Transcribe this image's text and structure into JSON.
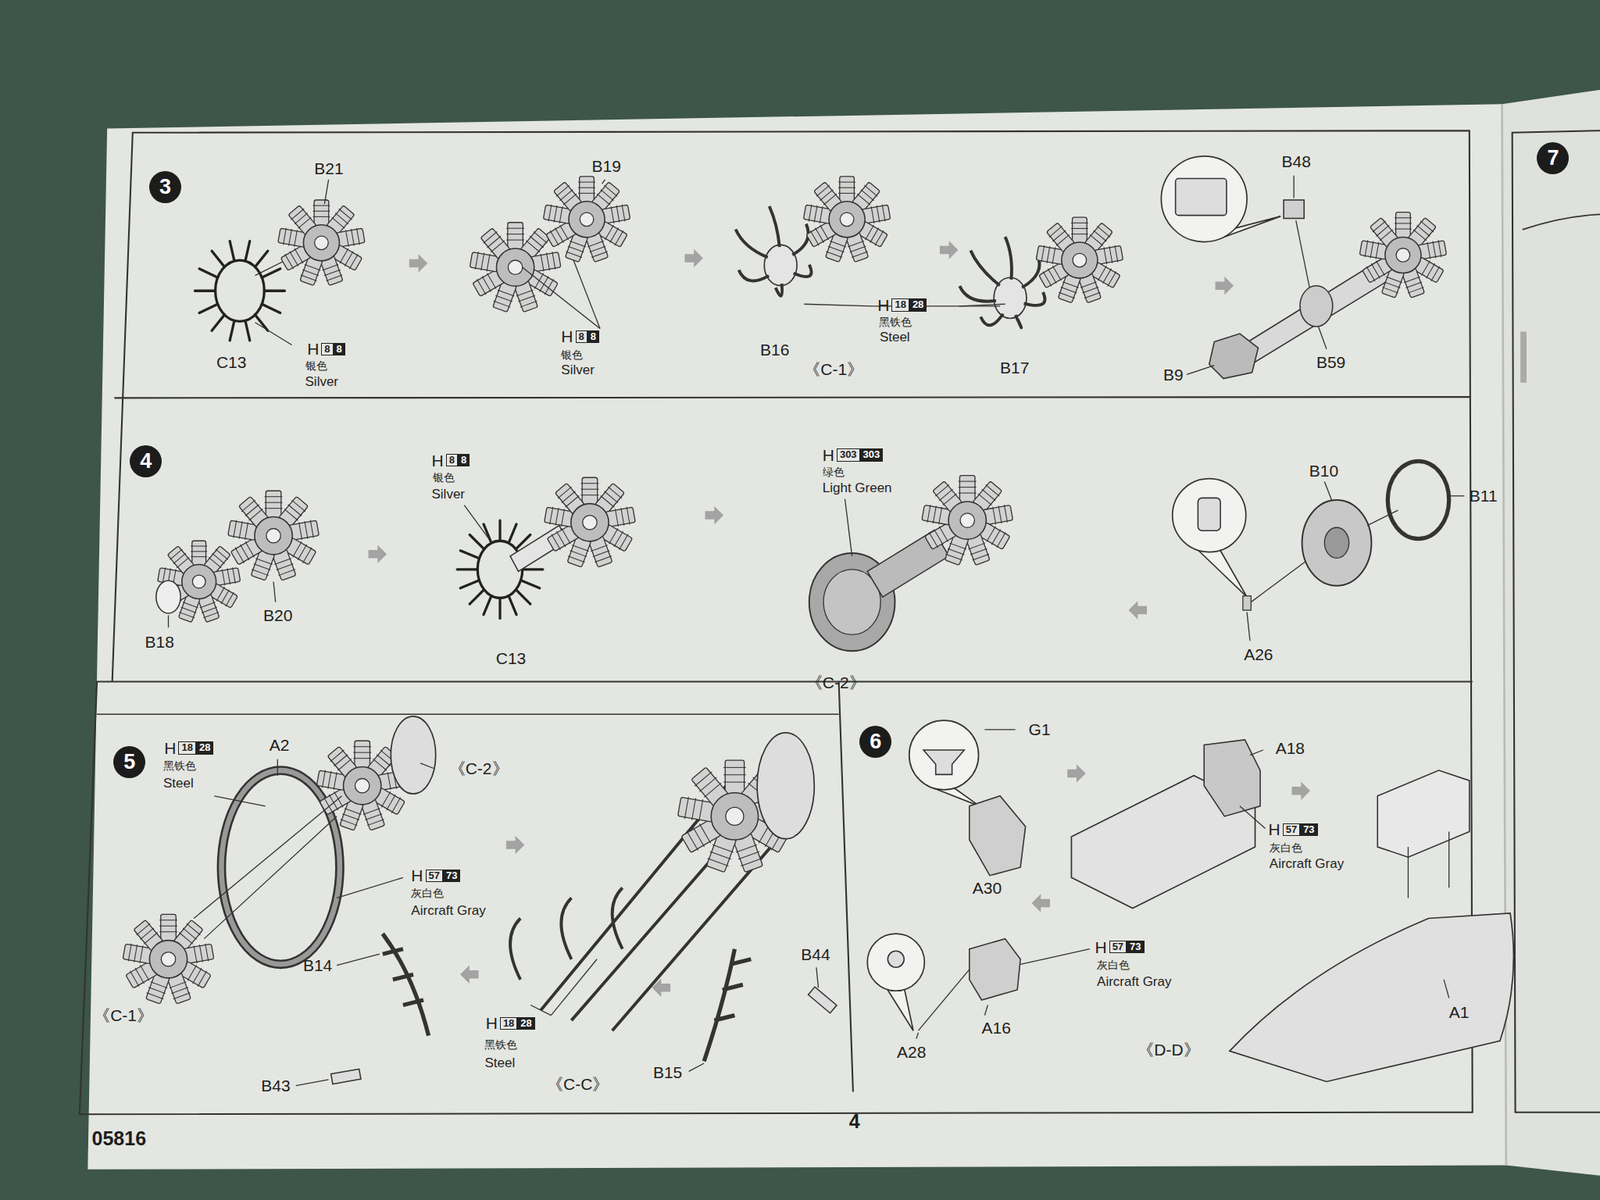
{
  "diagram": {
    "nodes": [
      {
        "text": [
          "3"
        ]
      },
      {
        "text": [
          "4"
        ]
      },
      {
        "text": [
          "5"
        ]
      },
      {
        "text": [
          "6"
        ]
      },
      {
        "text": [
          "7"
        ]
      }
    ],
    "labels": [
      "B21",
      "B19",
      "B48",
      "C13",
      "H",
      "8",
      "8",
      "银色",
      "Silver",
      "H",
      "8",
      "8",
      "银色",
      "Silver",
      "B16",
      "《C-1》",
      "H",
      "18",
      "28",
      "黑铁色",
      "Steel",
      "B17",
      "B9",
      "B59",
      "H",
      "8",
      "8",
      "银色",
      "Silver",
      "H",
      "303",
      "303",
      "绿色",
      "Light Green",
      "B10",
      "B11",
      "B18",
      "B20",
      "C13",
      "A26",
      "《C-2》",
      "H",
      "18",
      "28",
      "黑铁色",
      "Steel",
      "A2",
      "《C-2》",
      "H",
      "57",
      "73",
      "灰白色",
      "Aircraft Gray",
      "B14",
      "《C-1》",
      "B44",
      "H",
      "18",
      "28",
      "黑铁色",
      "Steel",
      "B43",
      "《C-C》",
      "B15",
      "G1",
      "A18",
      "A30",
      "H",
      "57",
      "73",
      "灰白色",
      "Aircraft Gray",
      "H",
      "57",
      "73",
      "灰白色",
      "Aircraft Gray",
      "A28",
      "A16",
      "《D-D》",
      "A1",
      "05816",
      "4"
    ]
  }
}
